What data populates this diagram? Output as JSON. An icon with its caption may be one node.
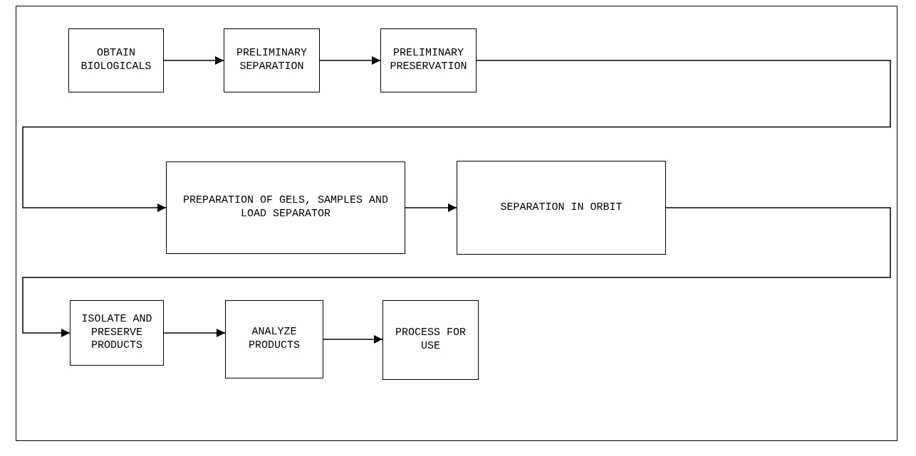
{
  "diagram": {
    "nodes": [
      {
        "text": [
          "OBTAIN BIOLOGICALS"
        ]
      },
      {
        "text": [
          "PRELIMINARY SEPARATION"
        ]
      },
      {
        "text": [
          "PRELIMINARY PRESERVATION"
        ]
      },
      {
        "text": [
          "PREPARATION OF GELS, SAMPLES AND LOAD SEPARATOR"
        ]
      },
      {
        "text": [
          "SEPARATION IN ORBIT"
        ]
      },
      {
        "text": [
          "ISOLATE AND PRESERVE PRODUCTS"
        ]
      },
      {
        "text": [
          "ANALYZE PRODUCTS"
        ]
      },
      {
        "text": [
          "PROCESS FOR USE"
        ]
      }
    ],
    "edges": [
      {
        "from": 0,
        "to": 1,
        "arrow": "to"
      },
      {
        "from": 1,
        "to": 2,
        "arrow": "to"
      },
      {
        "from": 2,
        "to": 3,
        "arrow": "to"
      },
      {
        "from": 3,
        "to": 4,
        "arrow": "to"
      },
      {
        "from": 4,
        "to": 5,
        "arrow": "to"
      },
      {
        "from": 5,
        "to": 6,
        "arrow": "to"
      },
      {
        "from": 6,
        "to": 7,
        "arrow": "to"
      }
    ]
  }
}
